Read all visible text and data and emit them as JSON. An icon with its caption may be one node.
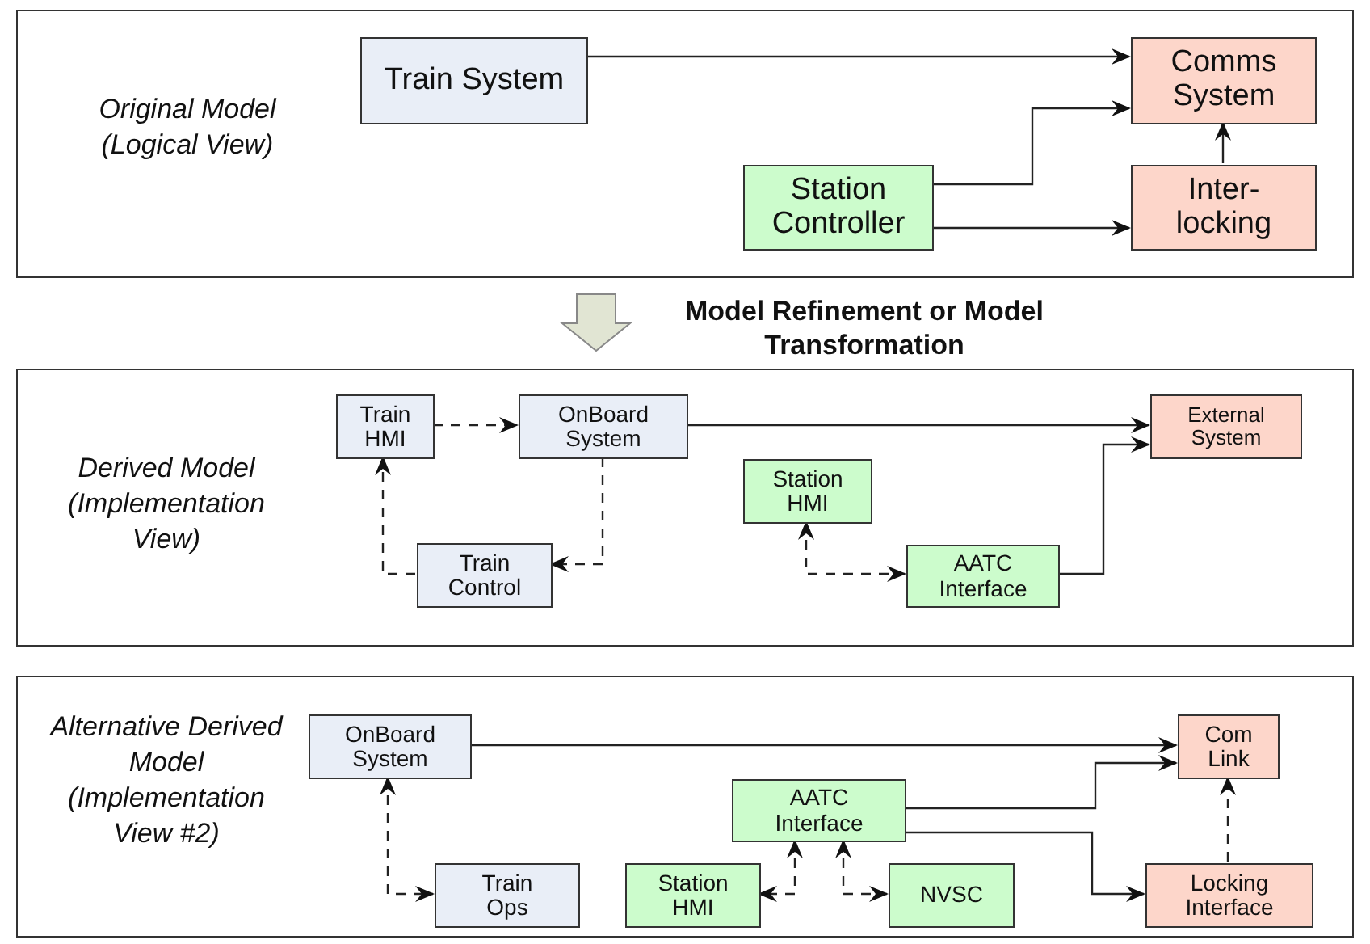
{
  "diagram": {
    "nodes": [
      {
        "text": [
          "Original Model (Logical View)"
        ]
      },
      {
        "text": [
          "Train System"
        ],
        "in": 0
      },
      {
        "text": [
          "Comms System"
        ],
        "in": 0
      },
      {
        "text": [
          "Station Controller"
        ],
        "in": 0
      },
      {
        "text": [
          "Inter- locking"
        ],
        "in": 0
      },
      {
        "text": [
          "Derived Model (Implementation View)"
        ]
      },
      {
        "text": [
          "Train HMI"
        ],
        "in": 5
      },
      {
        "text": [
          "OnBoard System"
        ],
        "in": 5
      },
      {
        "text": [
          "External System"
        ],
        "in": 5
      },
      {
        "text": [
          "Station HMI"
        ],
        "in": 5
      },
      {
        "text": [
          "Train Control"
        ],
        "in": 5
      },
      {
        "text": [
          "AATC Interface"
        ],
        "in": 5
      },
      {
        "text": [
          "Alternative Derived Model (Implementation View #2)"
        ]
      },
      {
        "text": [
          "OnBoard System"
        ],
        "in": 12
      },
      {
        "text": [
          "Com Link"
        ],
        "in": 12
      },
      {
        "text": [
          "AATC Interface"
        ],
        "in": 12
      },
      {
        "text": [
          "Train Ops"
        ],
        "in": 12
      },
      {
        "text": [
          "Station HMI"
        ],
        "in": 12
      },
      {
        "text": [
          "NVSC"
        ],
        "in": 12
      },
      {
        "text": [
          "Locking Interface"
        ],
        "in": 12
      }
    ],
    "edges": [
      {
        "from": 1,
        "to": 2,
        "arrow": "to"
      },
      {
        "from": 3,
        "to": 2,
        "arrow": "to"
      },
      {
        "from": 3,
        "to": 4,
        "arrow": "to"
      },
      {
        "from": 4,
        "to": 2,
        "arrow": "to"
      },
      {
        "from": 6,
        "to": 7,
        "arrow": "to",
        "style": "dashed"
      },
      {
        "from": 7,
        "to": 8,
        "arrow": "to"
      },
      {
        "from": 11,
        "to": 8,
        "arrow": "to"
      },
      {
        "from": 7,
        "to": 10,
        "arrow": "to",
        "style": "dashed"
      },
      {
        "from": 10,
        "to": 6,
        "arrow": "to",
        "style": "dashed"
      },
      {
        "from": 9,
        "to": 11,
        "arrow": "both",
        "style": "dashed"
      },
      {
        "from": 13,
        "to": 14,
        "arrow": "to"
      },
      {
        "from": 15,
        "to": 14,
        "arrow": "to"
      },
      {
        "from": 15,
        "to": 19,
        "arrow": "to"
      },
      {
        "from": 19,
        "to": 14,
        "arrow": "to",
        "style": "dashed"
      },
      {
        "from": 13,
        "to": 16,
        "arrow": "both",
        "style": "dashed"
      },
      {
        "from": 15,
        "to": 17,
        "arrow": "both",
        "style": "dashed"
      },
      {
        "from": 15,
        "to": 18,
        "arrow": "both",
        "style": "dashed"
      }
    ],
    "labels": [
      "Model Refinement or Model Transformation"
    ]
  }
}
